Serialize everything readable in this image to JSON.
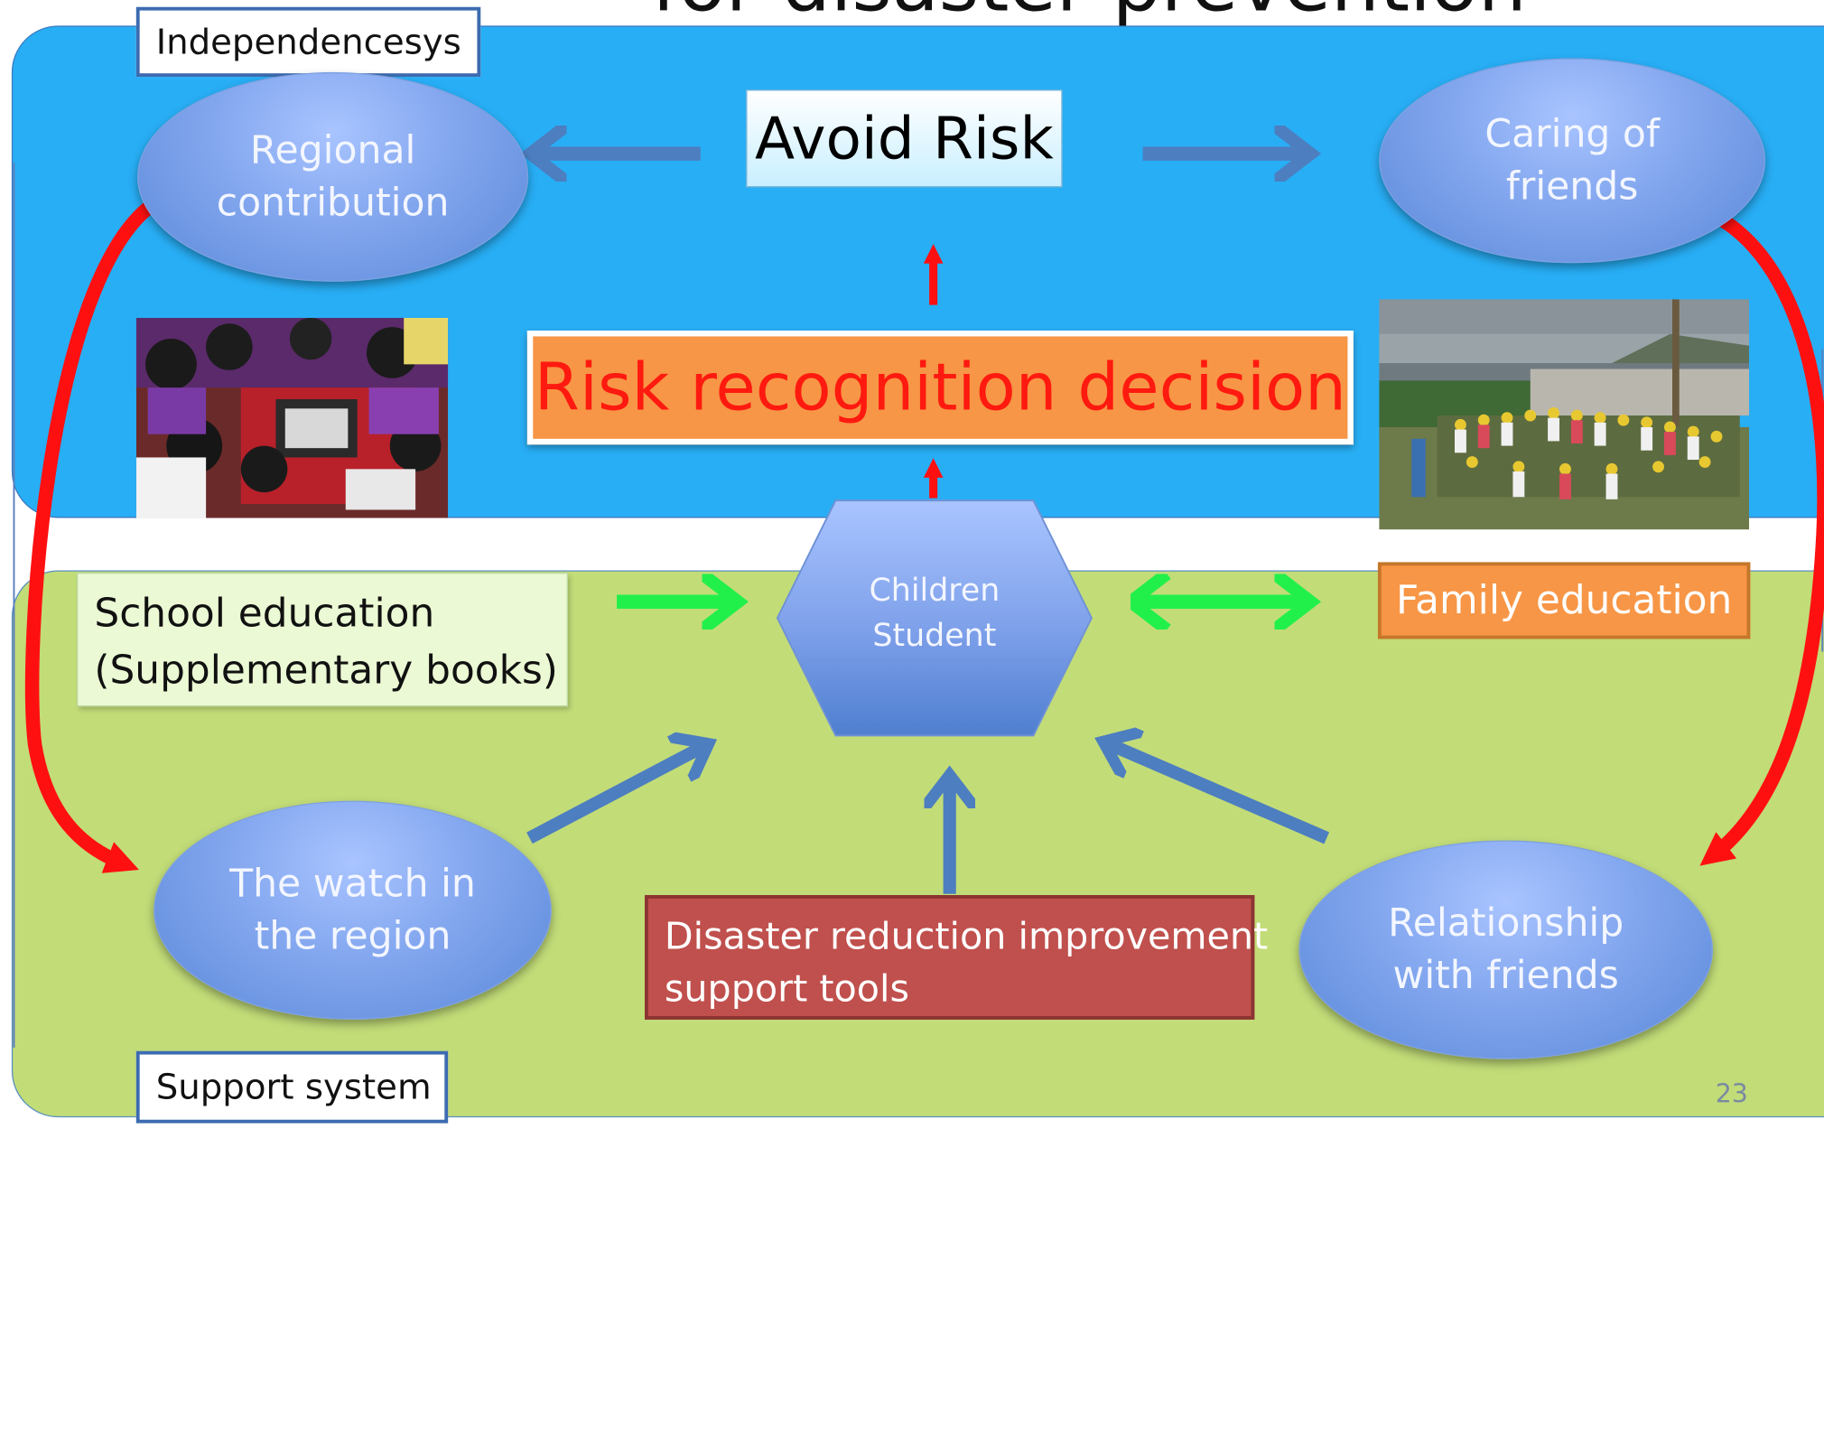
{
  "slide": {
    "title_fragment": "for disaster prevention",
    "page_number": "23"
  },
  "panels": {
    "top_label": "Independencesys",
    "bottom_label": "Support system"
  },
  "nodes": {
    "avoid_risk": "Avoid Risk",
    "risk_recognition": "Risk recognition decision",
    "regional_line1": "Regional",
    "regional_line2": "contribution",
    "caring_line1": "Caring of",
    "caring_line2": "friends",
    "children_line1": "Children",
    "children_line2": "Student",
    "school_line1": "School education",
    "school_line2": "(Supplementary books)",
    "family_education": "Family education",
    "watch_line1": "The watch in",
    "watch_line2": "the region",
    "disaster_line1": "Disaster reduction improvement",
    "disaster_line2": "support tools",
    "relationship_line1": "Relationship",
    "relationship_line2": "with friends"
  },
  "colors": {
    "top_panel": "#28aef5",
    "bottom_panel": "#c2dc78",
    "blue_arrow": "#4d7ec0",
    "red_arrow": "#ff1010",
    "green_arrow": "#22f04a",
    "orange_box": "#f79646",
    "red_box": "#c0504d",
    "risk_text": "#ff1a10"
  }
}
